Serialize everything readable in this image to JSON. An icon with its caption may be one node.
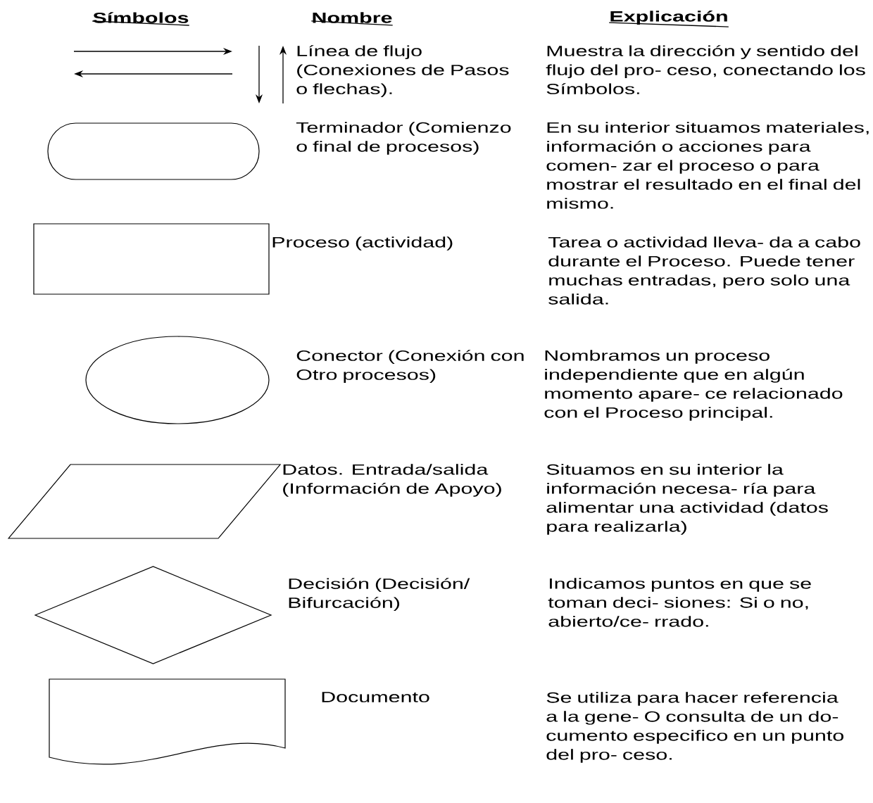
{
  "diagram": {
    "nodes": [
      {
        "text": [],
        "shape": "stadium",
        "beside": [
          "Terminador (Comienzo o final de procesos)"
        ]
      },
      {
        "text": [],
        "shape": "box",
        "beside": [
          "Proceso (actividad)"
        ]
      },
      {
        "text": [],
        "shape": "circle",
        "beside": [
          "Conector (Conexión con Otro procesos)"
        ]
      },
      {
        "text": [],
        "shape": "parallelogram",
        "beside": [
          "Datos. Entrada/salida (Información de Apoyo)"
        ]
      },
      {
        "text": [],
        "shape": "diamond",
        "beside": [
          "Decisión (Decisión/ Bifurcación)"
        ]
      },
      {
        "text": [],
        "shape": "document",
        "beside": [
          "Documento"
        ]
      }
    ],
    "labels": [
      "Símbolos",
      "Nombre",
      "Explicación",
      "Línea de flujo (Conexiones de Pasos o flechas).",
      "Muestra la dirección y sentido del flujo del pro- ceso, conectando los Símbolos.",
      "En su interior situamos materiales, información o acciones para comen- zar el proceso o para mostrar el resultado en el final del mismo.",
      "Tarea o actividad lleva- da a cabo durante el Proceso. Puede tener muchas entradas, pero solo una salida.",
      "Nombramos un proceso independiente que en algún momento apare- ce relacionado con el Proceso principal.",
      "Situamos en su interior la información necesa- ría para alimentar una actividad (datos para realizarla)",
      "Indicamos puntos en que se toman deci- siones: Si o no, abierto/ce- rrado.",
      "Se utiliza para hacer referencia a la gene- O consulta de un do- cumento especifico en un punto del pro- ceso."
    ]
  }
}
